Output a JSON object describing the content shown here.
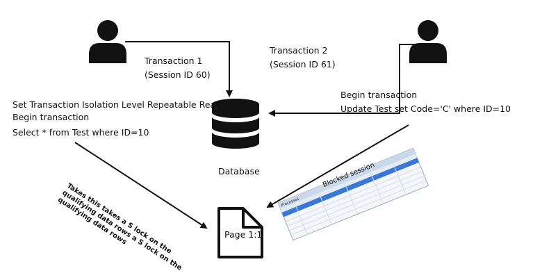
{
  "transaction1": {
    "title": "Transaction 1",
    "session": "(Session ID 60)"
  },
  "transaction2": {
    "title": "Transaction 2",
    "session": "(Session ID 61)"
  },
  "left_statements": [
    "Set Transaction Isolation Level Repeatable Rear",
    "Begin transaction",
    "Select * from Test where ID=10"
  ],
  "right_statements": [
    "Begin transaction",
    "Update Test set Code='C' where ID=10"
  ],
  "database_label": "Database",
  "page_label": "Page 1:1",
  "lock_note": {
    "line1_pre": "Takes this takes a ",
    "line1_bold": "S lock",
    "line1_post": " on the",
    "line2_pre": "qualifying data rows a ",
    "line2_bold": "S lock",
    "line2_post": " on the",
    "line3": "qualifying data rows"
  },
  "blocked_session_label": "Blocked session",
  "processes_window_title": "Processes",
  "colors": {
    "ink": "#111111",
    "screenshot_header": "#c9d9ea",
    "screenshot_highlight": "#3a78d8"
  },
  "icons": [
    "user-icon",
    "database-icon",
    "document-icon"
  ]
}
